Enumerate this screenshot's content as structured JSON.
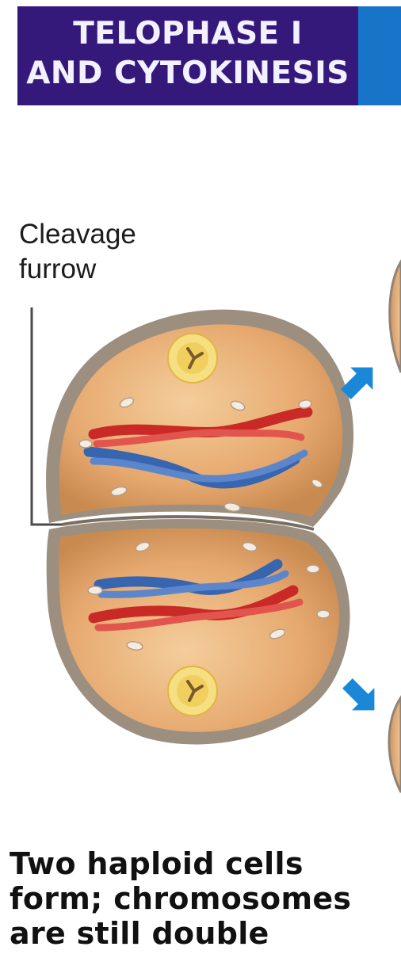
{
  "header": {
    "title_line1": "TELOPHASE I",
    "title_line2": "AND CYTOKINESIS",
    "band_color": "#35197a",
    "accent_color": "#1874c9"
  },
  "labels": {
    "furrow_line1": "Cleavage",
    "furrow_line2": "furrow"
  },
  "caption": {
    "line1": "Two haploid cells",
    "line2": "form; chromosomes",
    "line3": "are still double"
  },
  "colors": {
    "cell_membrane": "#8e8378",
    "cytoplasm": "#e3a870",
    "chromosome_red": "#c92a26",
    "chromosome_blue": "#3865b0",
    "centrosome": "#f1d56b",
    "arrow": "#1a88d6"
  }
}
